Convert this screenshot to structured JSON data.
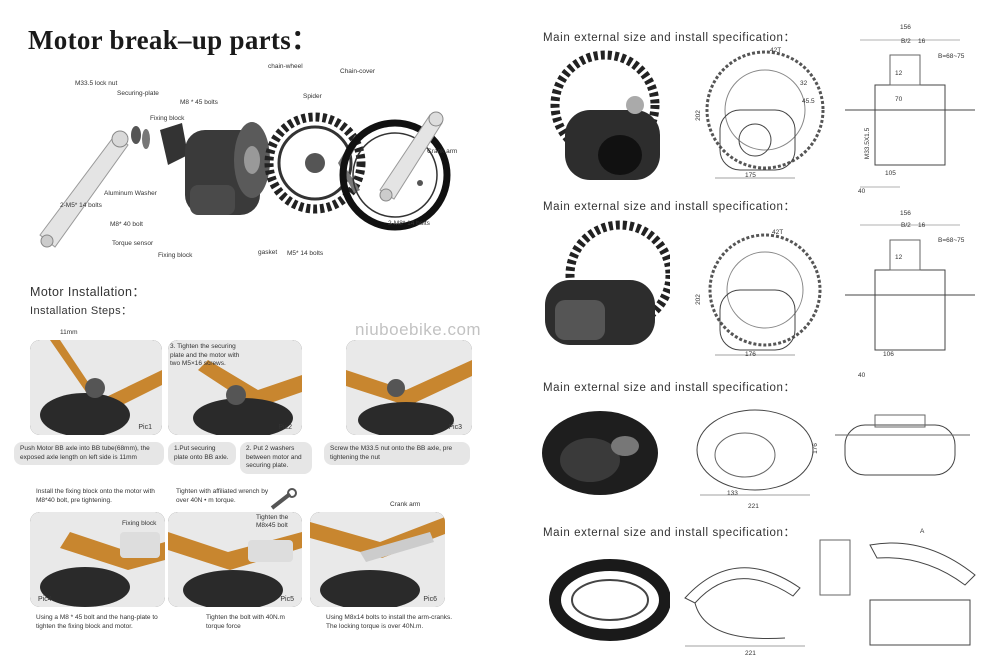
{
  "title": "Motor break–up parts：",
  "parts_labels": {
    "lock_nut": "M33.5 lock nut",
    "securing_plate": "Securing-plate",
    "m8_45_bolts": "M8 * 45 bolts",
    "fixing_block_top": "Fixing block",
    "chain_wheel": "chain-wheel",
    "chain_cover": "Chain-cover",
    "spider": "Spider",
    "crank_arm": "Crank arm",
    "aluminum_washer": "Aluminum Washer",
    "m5_14_bolts_left": "2-M5* 14 bolts",
    "m8_40_bolt": "M8* 40  bolt",
    "torque_sensor": "Torque sensor",
    "fixing_block_bottom": "Fixing block",
    "gasket": "gasket",
    "m5_14_bolts": "M5* 14 bolts",
    "m8_14_bolts": "2-M8* 14 bolts"
  },
  "installation": {
    "heading": "Motor Installation：",
    "steps_heading": "Installation Steps：",
    "dim_11mm": "11mm",
    "pics": [
      {
        "tag": "Pic1"
      },
      {
        "tag": "Pic2"
      },
      {
        "tag": "Pic3"
      },
      {
        "tag": "Pic4"
      },
      {
        "tag": "Pic5"
      },
      {
        "tag": "Pic6"
      }
    ],
    "step1": "Push Motor BB axle into BB tube(68mm), the exposed axle length on left side is 11mm",
    "step2_title": "3. Tighten the securing plate and the motor with two M5×16 screws.",
    "step2_a": "1.Put securing plate onto BB axle.",
    "step2_b": "2. Put 2 washers between motor and securing plate.",
    "step3": "Screw the M33.5 nut onto the BB axle, pre tightening the nut",
    "step4_top": "Install the fixing block onto the motor with M8*40 bolt, pre tightening.",
    "step4_label": "Fixing block",
    "step4_bottom": "Using a M8 * 45 bolt and the hang-plate to tighten the fixing block and motor.",
    "step5_top": "Tighten with affiliated  wrench by  over 40N • m  torque.",
    "step5_label": "Tighten the M8x45 bolt",
    "step5_bottom": "Tighten the bolt with 40N.m torque force",
    "step6_label": "Crank arm",
    "step6_bottom": "Using M8x14 bolts to install the arm-cranks.  The locking torque is over 40N.m."
  },
  "watermark": "niuboebike.com",
  "specs": {
    "heading": "Main external size and install specification：",
    "dims_1": {
      "teeth": "42T",
      "w156": "156",
      "b2": "B/2",
      "d16": "16",
      "b68": "B=68~75",
      "d12": "12",
      "d70": "70",
      "h202": "202",
      "w175": "175",
      "w105": "105",
      "d40": "40",
      "m33": "M33.5X1.5",
      "d32": "32",
      "d45": "45.5"
    },
    "dims_2": {
      "teeth": "42T",
      "w156": "156",
      "b2": "B/2",
      "d16": "16",
      "b68": "B=68~75",
      "d12": "12",
      "h202": "202",
      "w176": "176",
      "w106": "106",
      "d40": "40"
    },
    "dims_3": {
      "w221": "221",
      "w133": "133",
      "h176": "176"
    },
    "dims_4": {
      "w221": "221",
      "a": "A"
    }
  },
  "colors": {
    "frame_orange": "#c8862f",
    "motor_dark": "#2a2a2a",
    "caption_bg": "#e6e6e6"
  }
}
